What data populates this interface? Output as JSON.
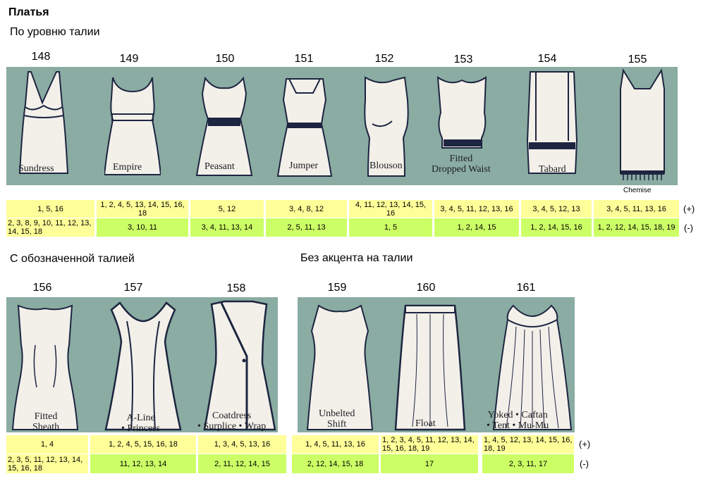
{
  "title": "Платья",
  "sections": {
    "waist_level": "По уровню талии",
    "defined_waist": "С обозначенной талией",
    "no_waist": "Без акцента на талии"
  },
  "signs": {
    "plus": "(+)",
    "minus": "(-)"
  },
  "row1": [
    {
      "num": "148",
      "label": "Sundress",
      "plus": "1, 5, 16",
      "minus": "2, 3, 8, 9, 10, 11, 12, 13, 14, 15, 18"
    },
    {
      "num": "149",
      "label": "Empire",
      "plus": "1, 2, 4, 5, 13, 14, 15, 16, 18",
      "minus": "3, 10, 11"
    },
    {
      "num": "150",
      "label": "Peasant",
      "plus": "5, 12",
      "minus": "3, 4, 11, 13, 14"
    },
    {
      "num": "151",
      "label": "Jumper",
      "plus": "3, 4, 8, 12",
      "minus": "2, 5, 11, 13"
    },
    {
      "num": "152",
      "label": "Blouson",
      "plus": "4, 11, 12, 13, 14, 15, 16",
      "minus": "1, 5"
    },
    {
      "num": "153",
      "label": "Fitted Dropped Waist",
      "label1": "Fitted",
      "label2": "Dropped Waist",
      "plus": "3, 4, 5, 11, 12, 13, 16",
      "minus": "1, 2, 14, 15"
    },
    {
      "num": "154",
      "label": "Tabard",
      "plus": "3, 4, 5, 12, 13",
      "minus": "1, 2, 14, 15, 16"
    },
    {
      "num": "155",
      "label": "Chemise",
      "plus": "3, 4, 5, 11, 13, 16",
      "minus": "1, 2, 12, 14, 15, 18, 19"
    }
  ],
  "row2": [
    {
      "num": "156",
      "label1": "Fitted",
      "label2": "Sheath",
      "plus": "1, 4",
      "minus": "2, 3, 5, 11, 12, 13, 14, 15, 16, 18"
    },
    {
      "num": "157",
      "label1": "A-Line",
      "label2": "• Princess",
      "plus": "1, 2, 4, 5, 15, 16, 18",
      "minus": "11, 12, 13, 14"
    },
    {
      "num": "158",
      "label1": "Coatdress",
      "label2": "• Surplice • Wrap",
      "plus": "1, 3, 4, 5, 13, 16",
      "minus": "2, 11, 12, 14, 15"
    },
    {
      "num": "159",
      "label1": "Unbelted",
      "label2": "Shift",
      "plus": "1, 4, 5, 11, 13, 16",
      "minus": "2, 12, 14, 15, 18"
    },
    {
      "num": "160",
      "label1": "Float",
      "label2": "",
      "plus": "1, 2, 3, 4, 5, 11, 12, 13, 14, 15, 16, 18, 19",
      "minus": "17"
    },
    {
      "num": "161",
      "label1": "Yoked • Caftan",
      "label2": "• Tent • Mu-Mu",
      "plus": "1, 4, 5, 12, 13, 14, 15, 16, 18, 19",
      "minus": "2, 3, 11, 17"
    }
  ]
}
